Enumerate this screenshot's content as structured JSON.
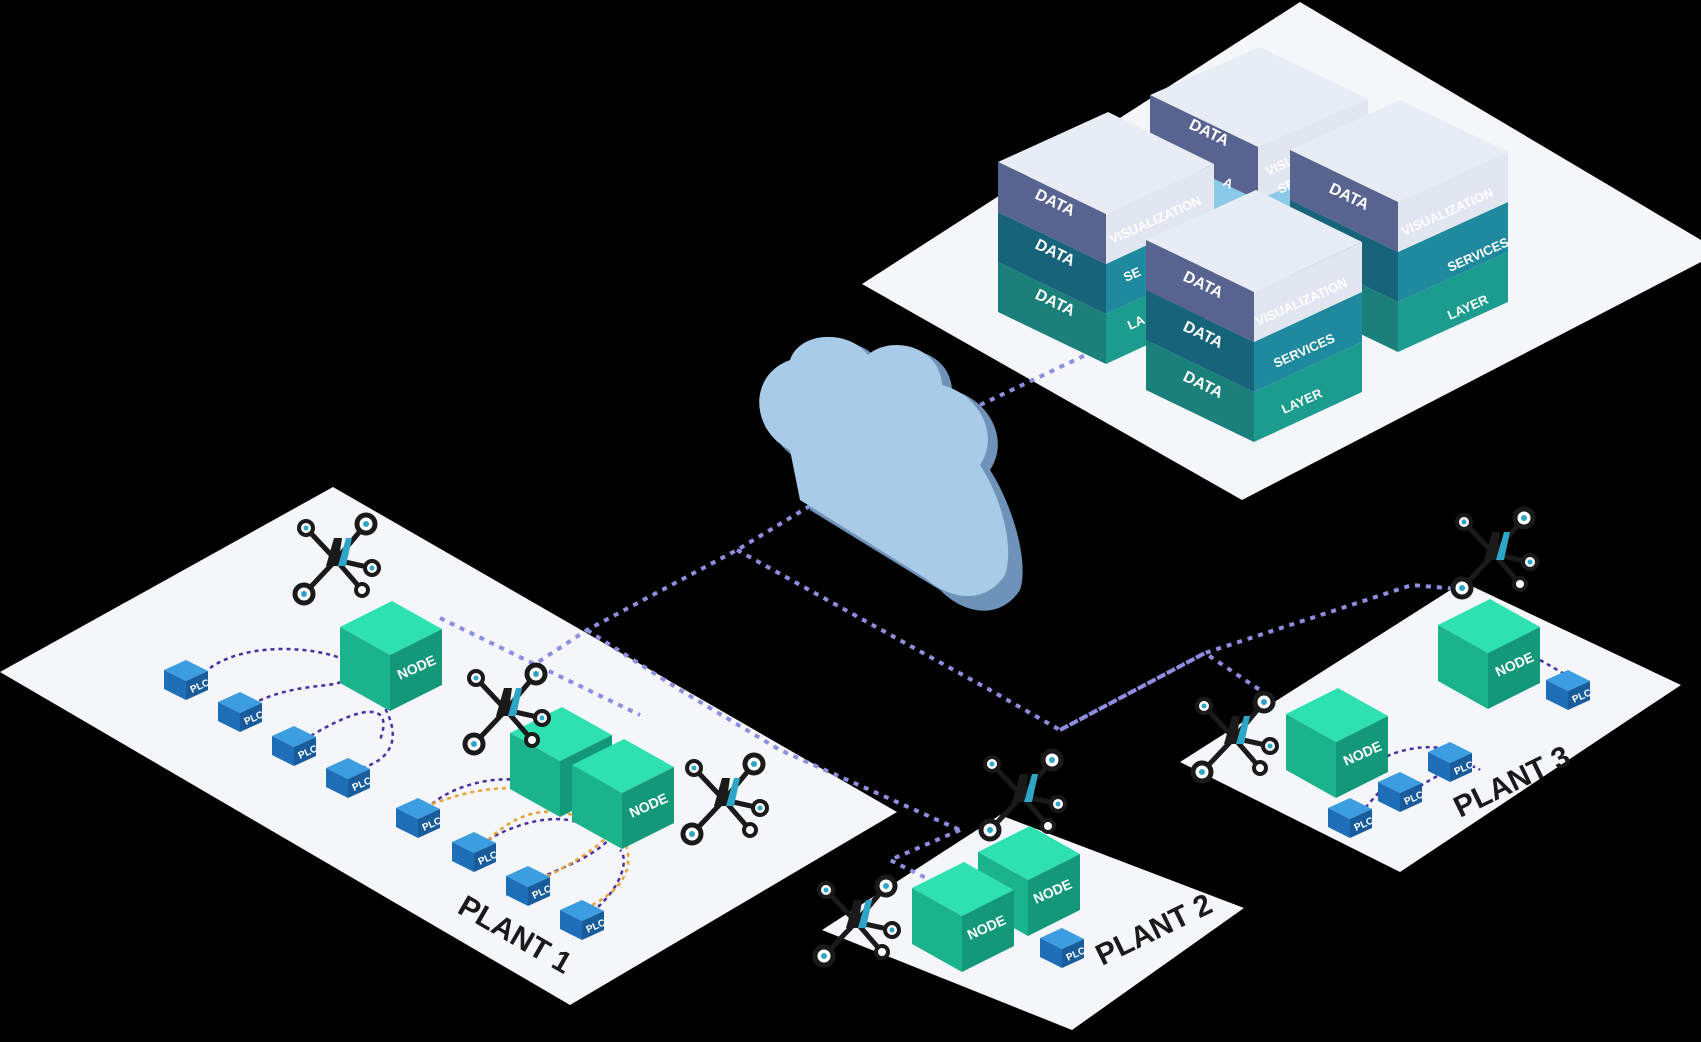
{
  "colors": {
    "background": "#000000",
    "platform": "#f4f6fa",
    "node_top": "#2fe0b0",
    "node_left": "#1bb38c",
    "node_right": "#14987a",
    "plc_top": "#3c9de0",
    "plc_left": "#1f6fb8",
    "plc_right": "#185c9c",
    "cloud": "#a8cbe8",
    "link": "#8e8ee0",
    "link_purple": "#4a2fa0",
    "link_orange": "#e8a232",
    "stack_visualization": "#58648f",
    "stack_services": "#1f8a9e",
    "stack_layer": "#1b9c8e"
  },
  "icons": {
    "gateway": "mqtt-broker-hub-icon",
    "cloud": "cloud-icon"
  },
  "labels": {
    "node": "NODE",
    "plc": "PLC"
  },
  "plants": [
    {
      "name": "PLANT 1"
    },
    {
      "name": "PLANT 2"
    },
    {
      "name": "PLANT 3"
    }
  ],
  "stack_labels": {
    "data": "DATA",
    "visualization": "VISUALIZATION",
    "services": "SERVICES",
    "layer": "LAYER",
    "services_partial": "SE",
    "layer_partial": "LA",
    "data_partial": "A"
  }
}
